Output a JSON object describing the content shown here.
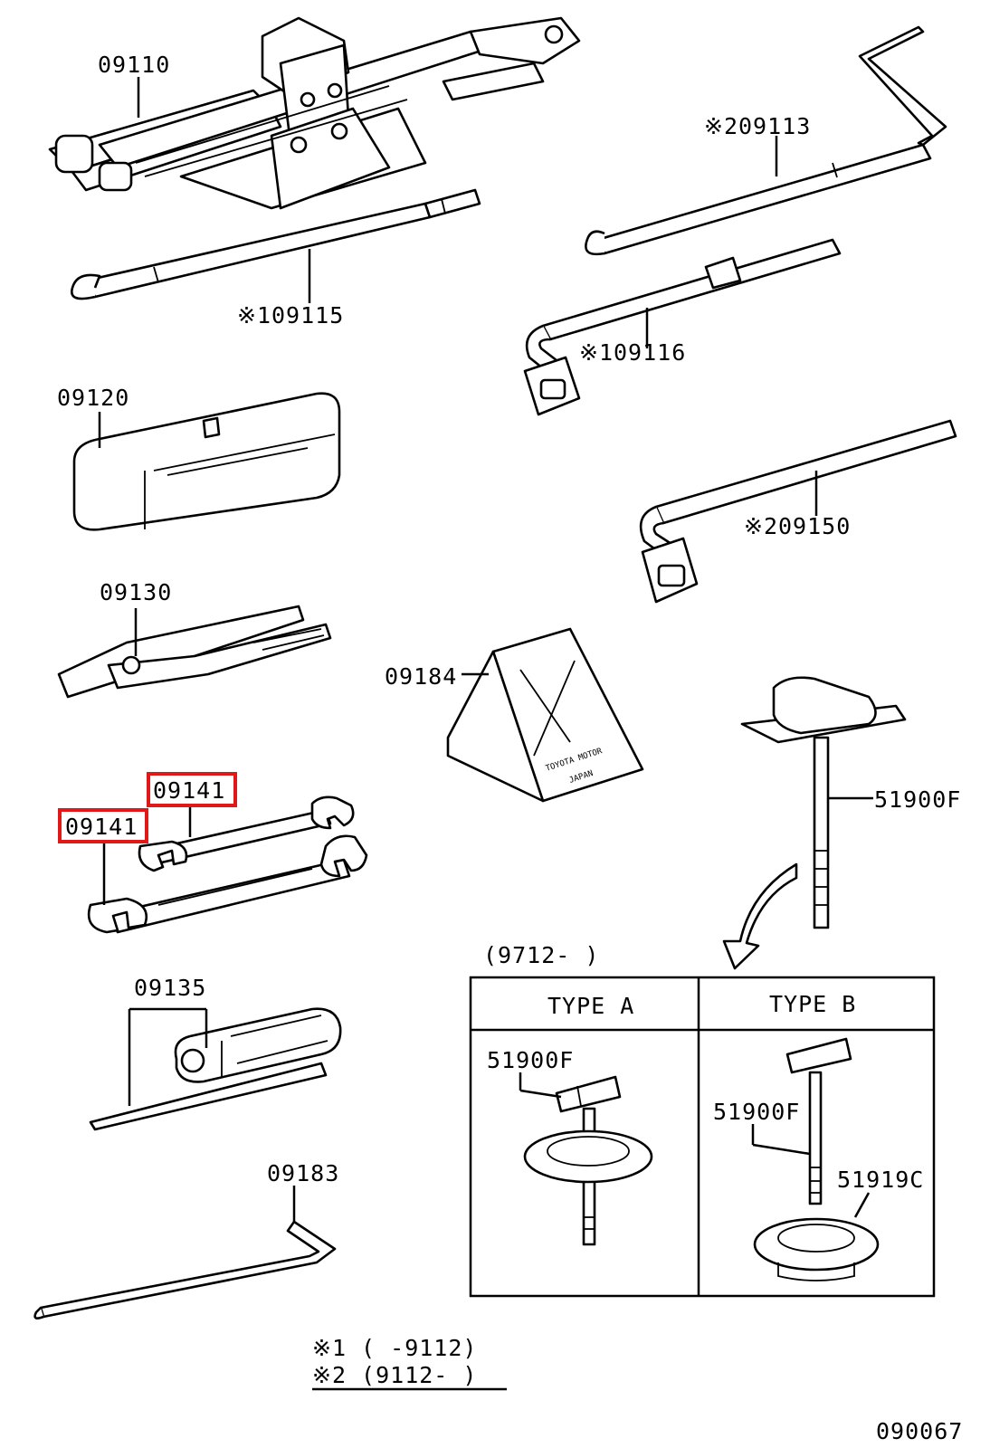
{
  "labels": {
    "jack": "09110",
    "jack_handle_2": "※209113",
    "jack_handle_1": "※109115",
    "wheel_wrench_1": "※109116",
    "tool_bag": "09120",
    "wheel_wrench_2": "※209150",
    "pliers": "09130",
    "stand": "09184",
    "wrench_a": "09141",
    "wrench_b": "09141",
    "spare_bolt": "51900F",
    "screwdriver": "09135",
    "hook_tool": "09183"
  },
  "stand_text": {
    "line1": "TOYOTA MOTOR",
    "line2": "JAPAN"
  },
  "type_table": {
    "range": "(9712-       )",
    "type_a": "TYPE  A",
    "type_b": "TYPE  B",
    "a_part": "51900F",
    "b_part_1": "51900F",
    "b_part_2": "51919C"
  },
  "notes": {
    "note1": "※1 (      -9112)",
    "note2": "※2 (9112-      )"
  },
  "diagram_id": "090067",
  "highlight_color": "#e01818"
}
